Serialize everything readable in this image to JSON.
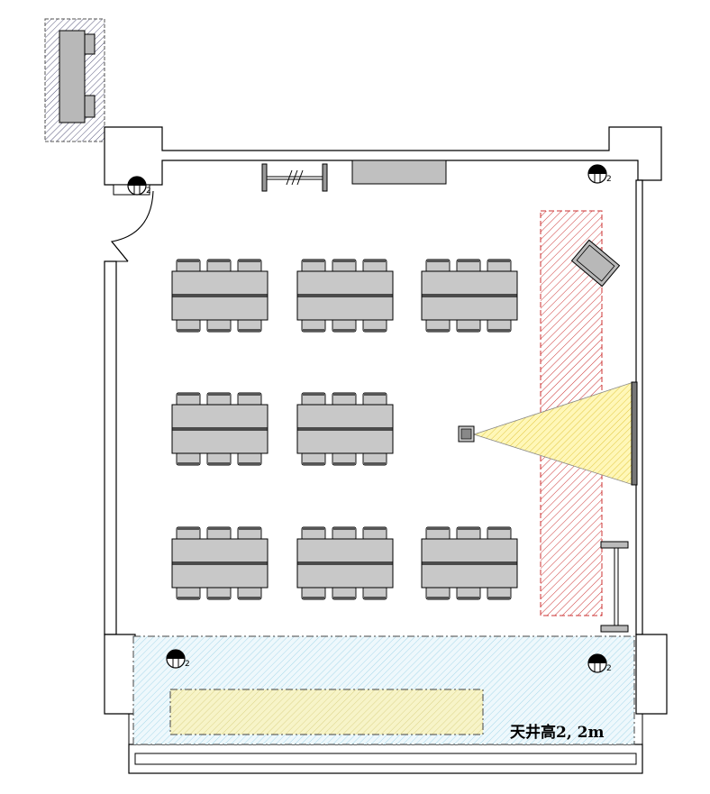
{
  "ceiling_label": "天井高2, 2m",
  "column_number": "2",
  "layout": {
    "rows": [
      3,
      2,
      3
    ],
    "seats_per_side": 3
  },
  "colors": {
    "table": "#c8c8c8",
    "column_zone_hatch": "#cc3333",
    "projection": "#ffee88",
    "lower_zone": "#bfe3f0",
    "lower_inner_zone": "#f0ecb0",
    "outdoor_unit_hatch": "#7777aa"
  },
  "icons": [
    "door-swing-icon",
    "whiteboard-icon",
    "projector-icon",
    "screen-icon",
    "column-icon",
    "outdoor-unit-icon"
  ]
}
